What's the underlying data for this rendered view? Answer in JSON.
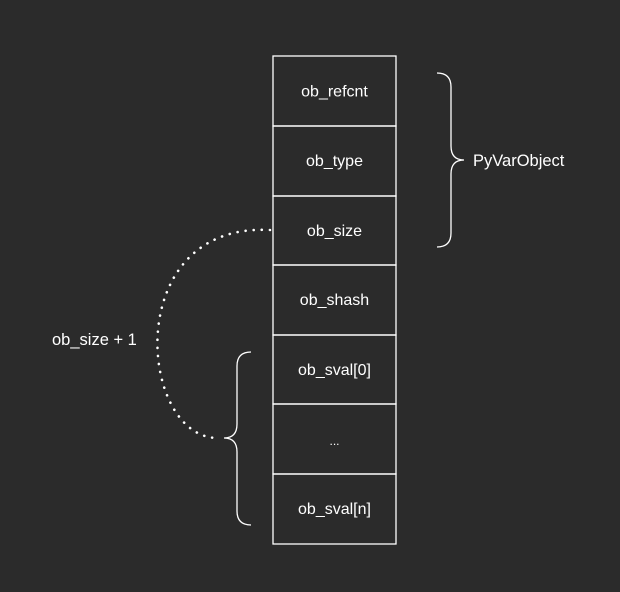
{
  "colors": {
    "background": "#2b2b2b",
    "stroke": "#ffffff",
    "text": "#ffffff"
  },
  "fields": [
    {
      "label": "ob_refcnt"
    },
    {
      "label": "ob_type"
    },
    {
      "label": "ob_size"
    },
    {
      "label": "ob_shash"
    },
    {
      "label": "ob_sval[0]"
    },
    {
      "label": "..."
    },
    {
      "label": "ob_sval[n]"
    }
  ],
  "brackets": {
    "header_label": "PyVarObject",
    "size_label": "ob_size + 1"
  }
}
